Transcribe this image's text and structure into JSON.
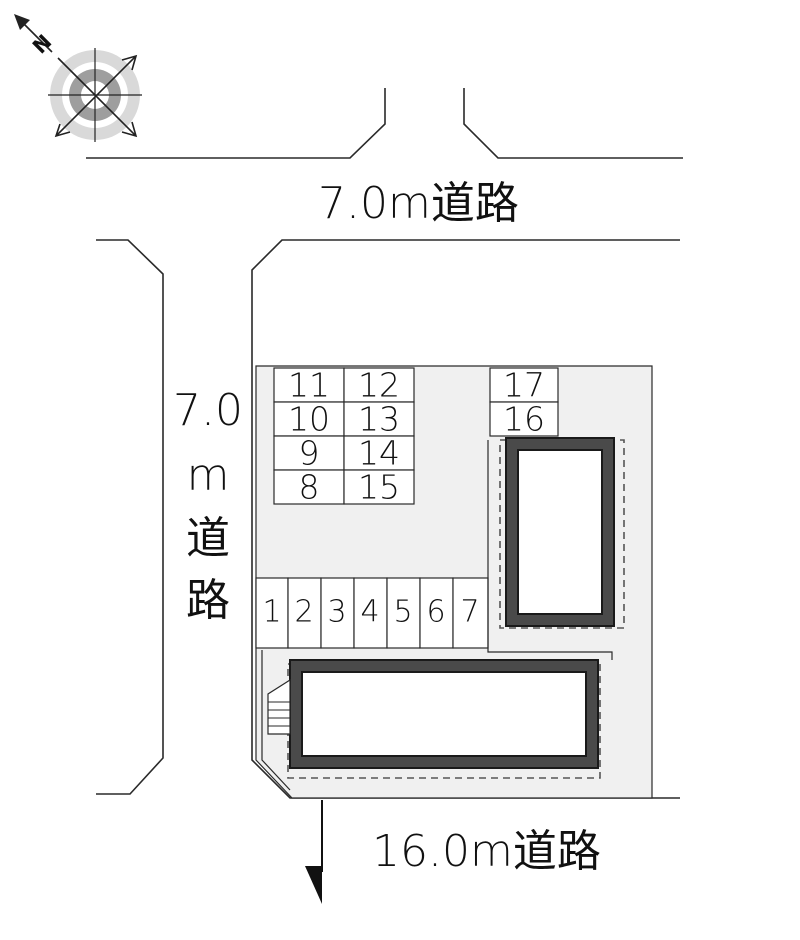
{
  "compass": {
    "north_label": "N",
    "icon": "compass-rose-icon"
  },
  "roads": {
    "top": "7.0m道路",
    "left": [
      "7.0",
      "m",
      "道",
      "路"
    ],
    "bottom": "16.0m道路"
  },
  "parking": {
    "block_a": [
      {
        "left": "11",
        "right": "12"
      },
      {
        "left": "10",
        "right": "13"
      },
      {
        "left": "9",
        "right": "14"
      },
      {
        "left": "8",
        "right": "15"
      }
    ],
    "block_b": [
      "17",
      "16"
    ],
    "row_c": [
      "1",
      "2",
      "3",
      "4",
      "5",
      "6",
      "7"
    ]
  },
  "entrance_arrow": "entrance-arrow-icon"
}
